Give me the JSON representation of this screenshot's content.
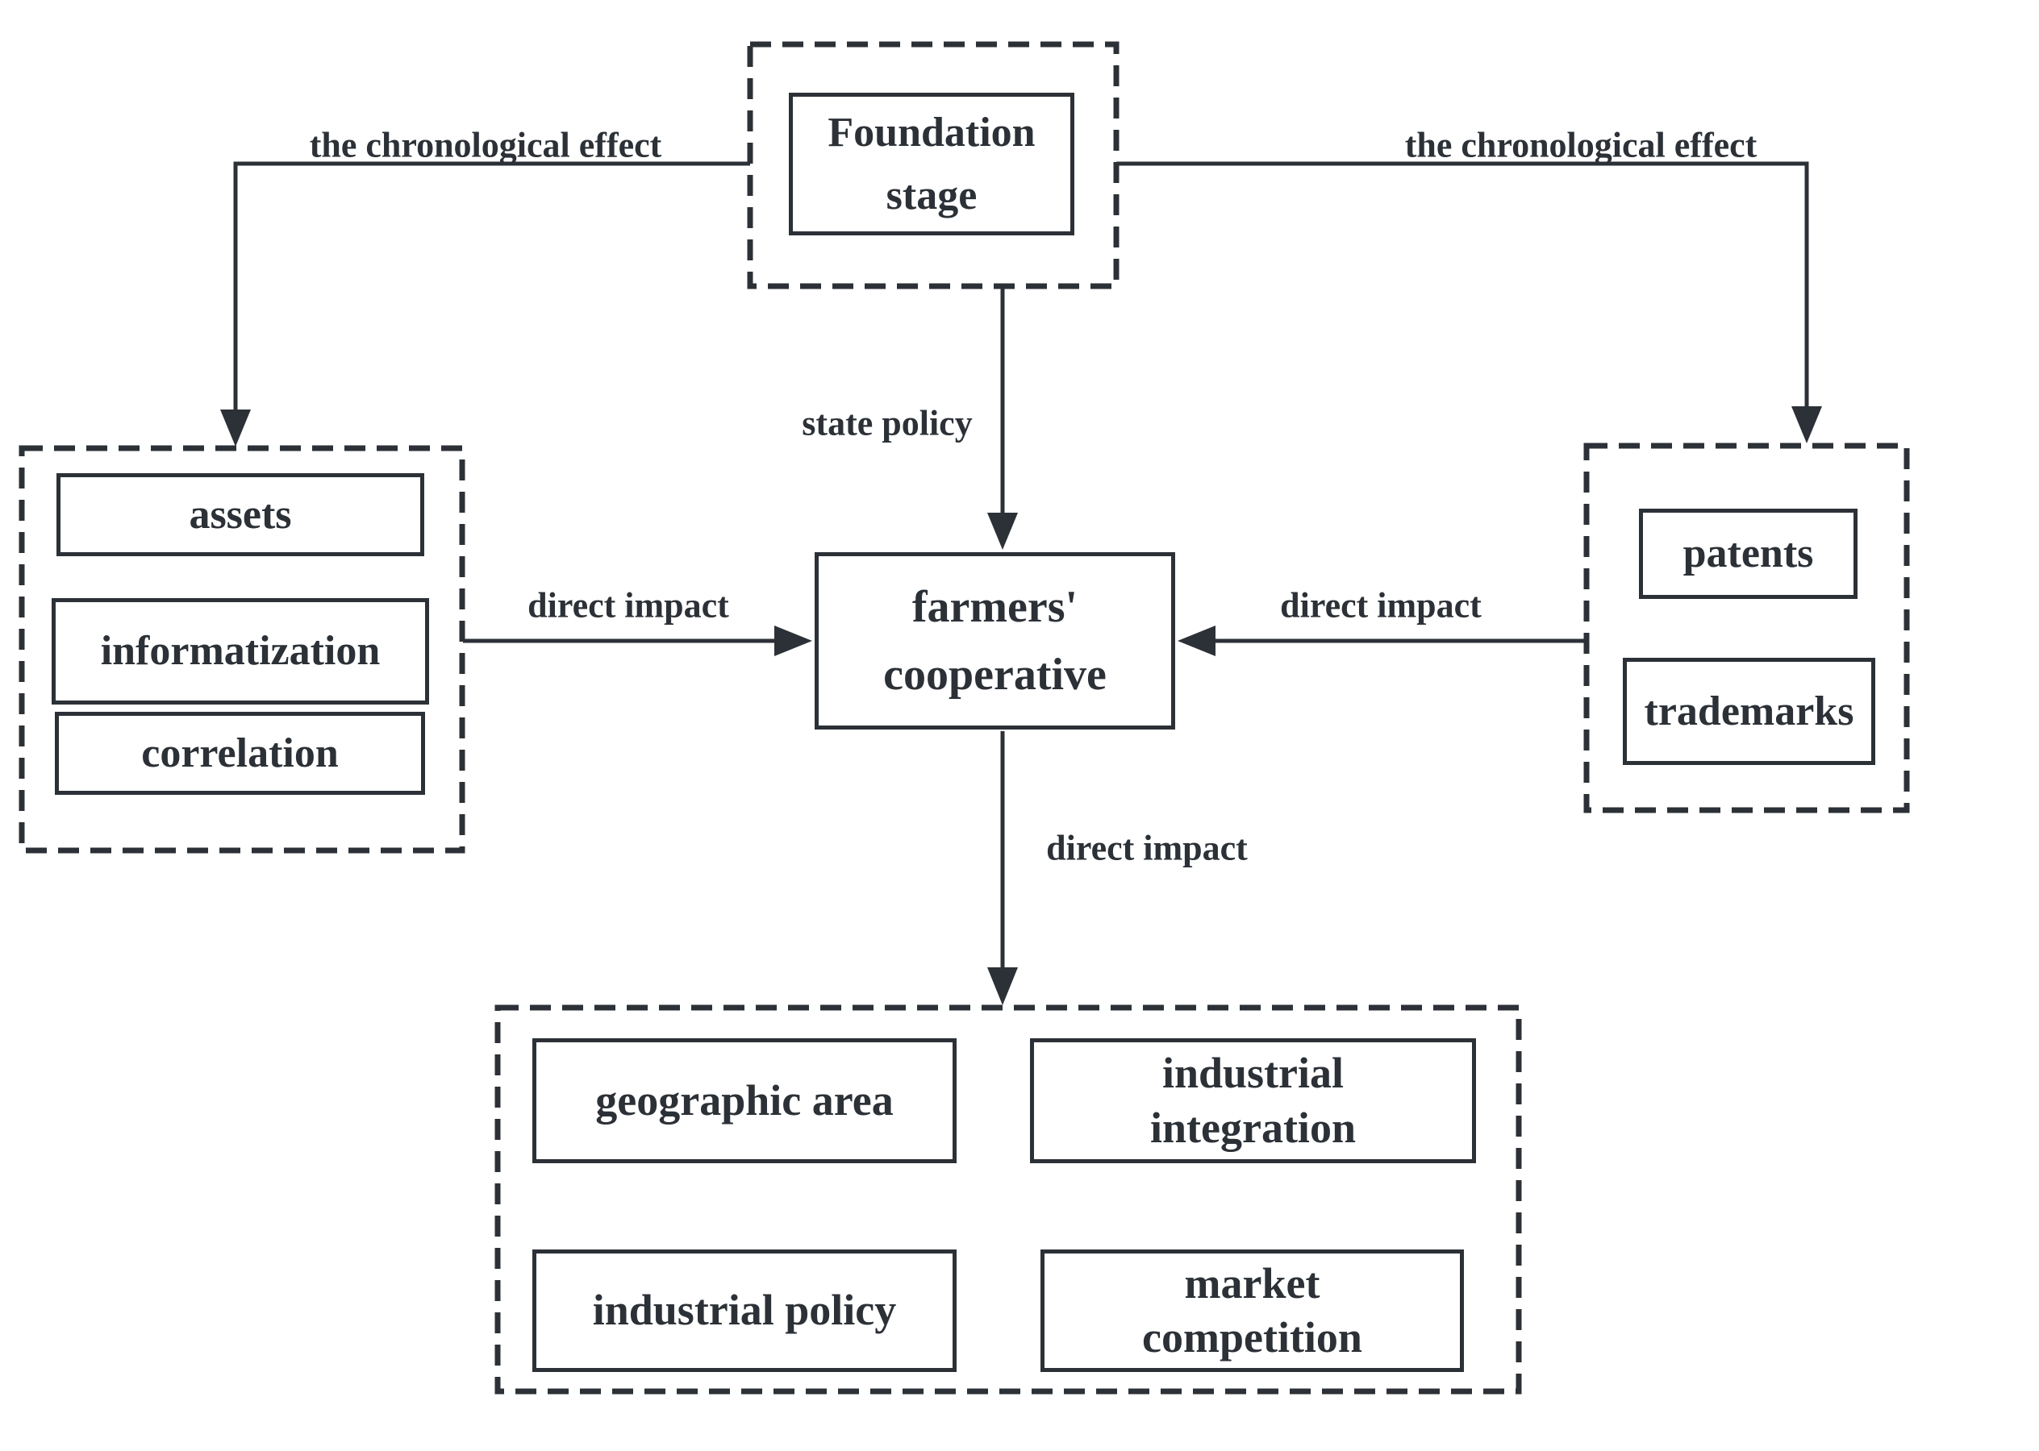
{
  "diagram": {
    "title": "farmers' cooperative influence diagram",
    "colors": {
      "ink": "#2c3137",
      "background": "#ffffff"
    },
    "nodes": {
      "foundation": {
        "lines": [
          "Foundation",
          "stage"
        ]
      },
      "farmers": {
        "lines": [
          "farmers'",
          "cooperative"
        ]
      },
      "assets": {
        "lines": [
          "assets"
        ]
      },
      "informatization": {
        "lines": [
          "informatization"
        ]
      },
      "correlation": {
        "lines": [
          "correlation"
        ]
      },
      "patents": {
        "lines": [
          "patents"
        ]
      },
      "trademarks": {
        "lines": [
          "trademarks"
        ]
      },
      "geographic_area": {
        "lines": [
          "geographic area"
        ]
      },
      "industrial_integration": {
        "lines": [
          "industrial",
          "integration"
        ]
      },
      "industrial_policy": {
        "lines": [
          "industrial policy"
        ]
      },
      "market_competition": {
        "lines": [
          "market",
          "competition"
        ]
      }
    },
    "edge_labels": {
      "left_chronological": "the chronological effect",
      "right_chronological": "the chronological effect",
      "state_policy": "state policy",
      "left_direct_impact": "direct impact",
      "right_direct_impact": "direct impact",
      "bottom_direct_impact": "direct impact"
    }
  }
}
